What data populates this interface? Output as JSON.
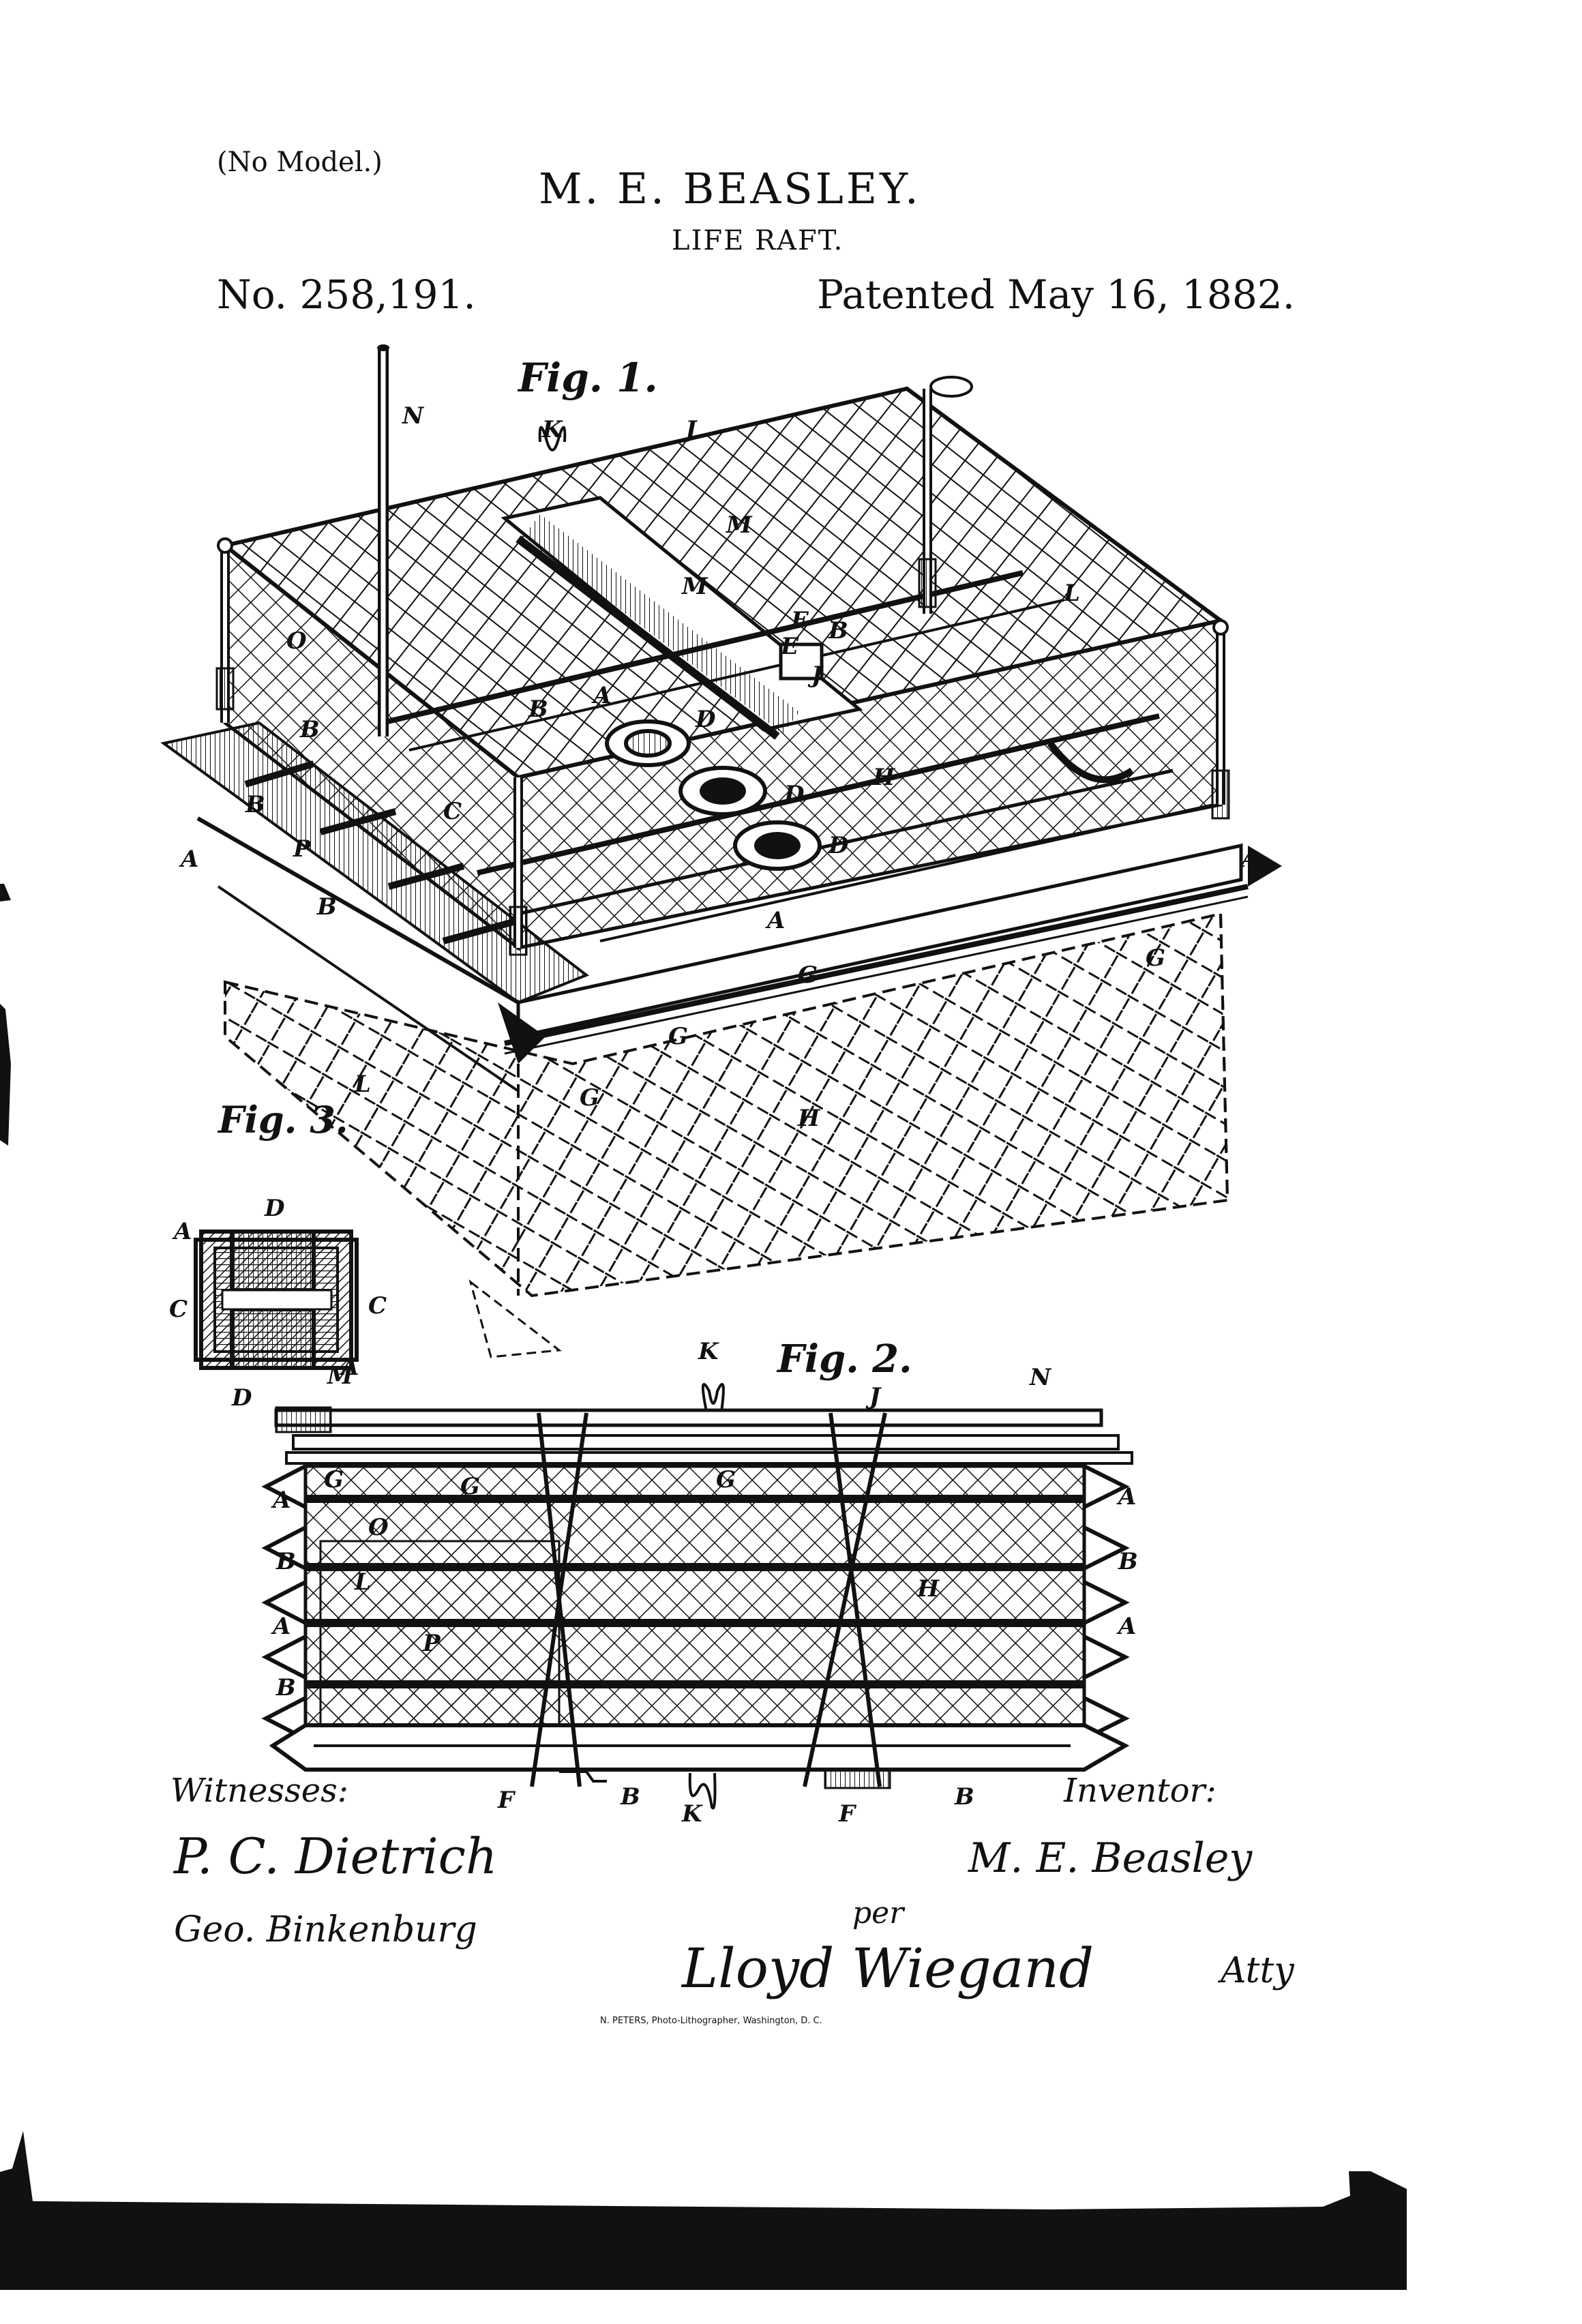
{
  "header": {
    "model_note": "(No Model.)",
    "inventor_name": "M. E. BEASLEY.",
    "subject": "LIFE RAFT.",
    "patent_number": "No. 258,191.",
    "patent_date": "Patented May 16, 1882."
  },
  "figures": [
    {
      "label": "Fig. 1.",
      "description": "perspective view of life raft with net enclosure",
      "reference_letters": [
        "N",
        "K",
        "J",
        "M",
        "M",
        "L",
        "O",
        "A",
        "B",
        "D",
        "D",
        "D",
        "E",
        "F",
        "B",
        "J",
        "A",
        "B",
        "B",
        "B",
        "P",
        "H",
        "C",
        "G",
        "G",
        "G",
        "G",
        "H",
        "A",
        "A",
        "L"
      ]
    },
    {
      "label": "Fig. 2.",
      "description": "side elevation of raft, folded",
      "reference_letters": [
        "M",
        "K",
        "J",
        "N",
        "G",
        "G",
        "G",
        "A",
        "A",
        "B",
        "B",
        "A",
        "A",
        "B",
        "O",
        "L",
        "H",
        "P",
        "F",
        "B",
        "K",
        "F",
        "B"
      ]
    },
    {
      "label": "Fig. 3.",
      "description": "cross-section of float",
      "reference_letters": [
        "D",
        "A",
        "C",
        "C",
        "A",
        "D"
      ]
    }
  ],
  "signatures": {
    "witnesses_label": "Witnesses:",
    "witness_1": "P. C. Dietrich",
    "witness_2": "Geo. Binkenburg",
    "inventor_label": "Inventor:",
    "inventor_signature": "M. E. Beasley",
    "per": "per",
    "attorney_signature": "Lloyd Wiegand",
    "attorney_suffix": "Atty"
  },
  "footer": {
    "printer": "N. PETERS, Photo-Lithographer, Washington, D. C."
  },
  "colors": {
    "ink": "#111111",
    "paper": "#ffffff"
  }
}
